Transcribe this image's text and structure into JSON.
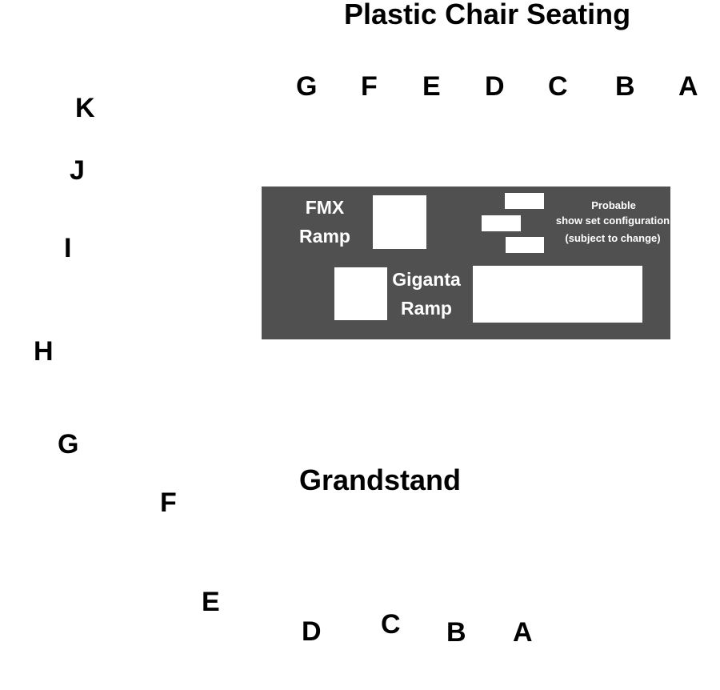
{
  "plastic_chair_seating": {
    "title": "Plastic Chair Seating",
    "sections": [
      "G",
      "F",
      "E",
      "D",
      "C",
      "B",
      "A"
    ]
  },
  "grandstand": {
    "title": "Grandstand",
    "sections": [
      "K",
      "J",
      "I",
      "H",
      "G",
      "F",
      "E",
      "D",
      "C",
      "B",
      "A"
    ]
  },
  "stage": {
    "color": "#505050",
    "fmx_ramp": [
      "FMX",
      "Ramp"
    ],
    "giganta_ramp": [
      "Giganta",
      "Ramp"
    ],
    "note": [
      "Probable",
      "show set configuration",
      "(subject to change)"
    ]
  }
}
